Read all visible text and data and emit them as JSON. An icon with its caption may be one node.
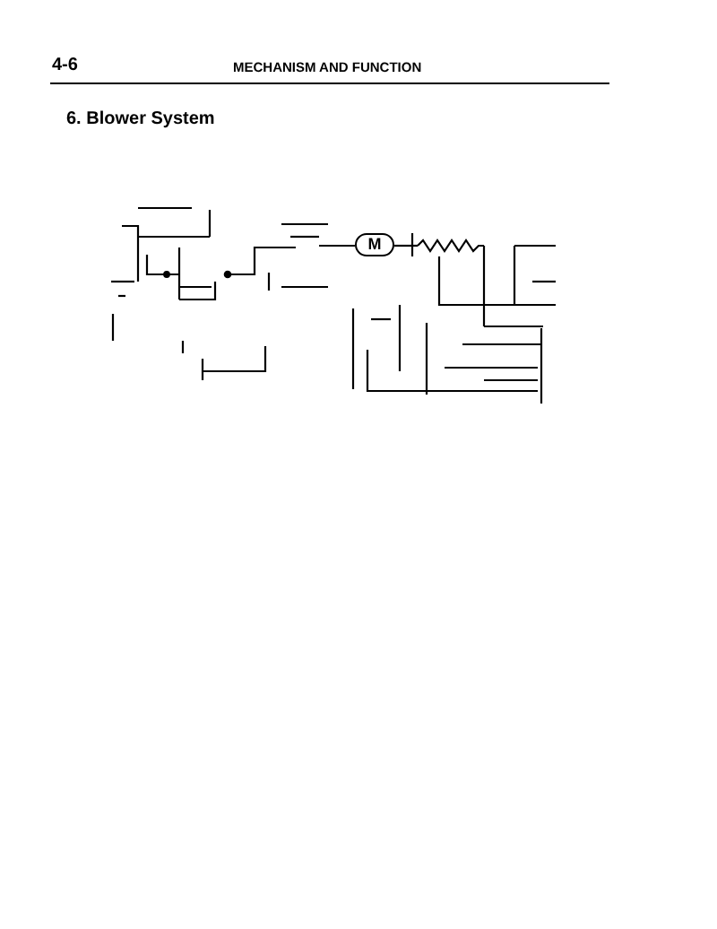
{
  "diagram": {
    "title": "6. Blower System",
    "nodes": [
      {
        "text": [
          "M"
        ]
      }
    ],
    "labels": [
      "4-6",
      "MECHANISM AND FUNCTION"
    ]
  }
}
